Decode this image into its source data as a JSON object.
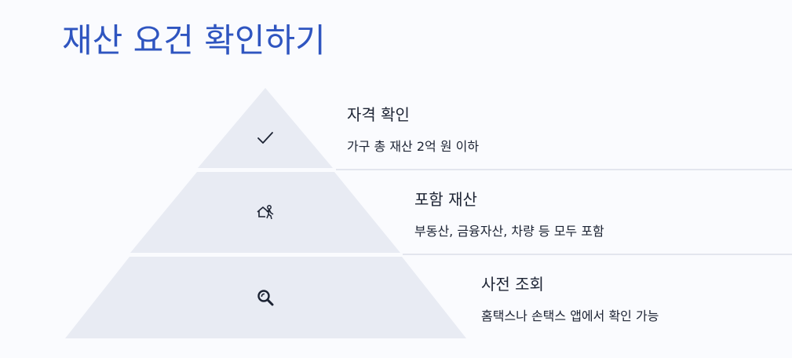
{
  "title": "재산 요건 확인하기",
  "levels": [
    {
      "heading": "자격 확인",
      "description": "가구 총 재산 2억 원 이하",
      "icon": "check-icon"
    },
    {
      "heading": "포함 재산",
      "description": "부동산, 금융자산, 차량 등 모두 포함",
      "icon": "house-person-icon"
    },
    {
      "heading": "사전 조회",
      "description": "홈택스나 손택스 앱에서 확인 가능",
      "icon": "search-icon"
    }
  ],
  "colors": {
    "title": "#2f55c0",
    "tier_fill": "#e8ebf3",
    "text": "#1c2333",
    "divider": "#e3e6ee"
  }
}
